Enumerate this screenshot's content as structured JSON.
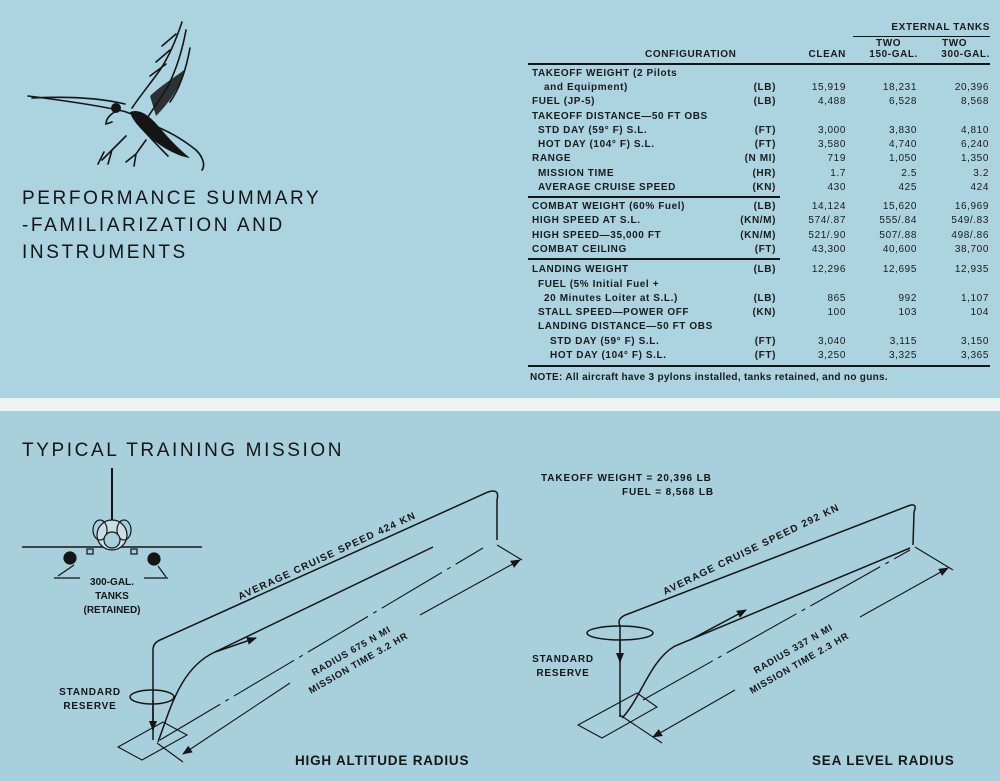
{
  "titles": {
    "performance_line1": "PERFORMANCE SUMMARY",
    "performance_line2": "-FAMILIARIZATION AND",
    "performance_line3": "INSTRUMENTS",
    "mission": "TYPICAL TRAINING MISSION"
  },
  "table": {
    "header": {
      "external_tanks": "EXTERNAL TANKS",
      "configuration": "CONFIGURATION",
      "clean": "CLEAN",
      "two_a": "TWO",
      "gal150": "150-GAL.",
      "two_b": "TWO",
      "gal300": "300-GAL."
    },
    "rows": [
      {
        "label": "TAKEOFF WEIGHT (2 Pilots",
        "indent": 0,
        "unit": "",
        "clean": "",
        "t150": "",
        "t300": ""
      },
      {
        "label": "and Equipment)",
        "indent": 2,
        "unit": "(LB)",
        "clean": "15,919",
        "t150": "18,231",
        "t300": "20,396"
      },
      {
        "label": "FUEL (JP-5)",
        "indent": 0,
        "unit": "(LB)",
        "clean": "4,488",
        "t150": "6,528",
        "t300": "8,568"
      },
      {
        "label": "TAKEOFF DISTANCE—50 FT OBS",
        "indent": 0,
        "unit": "",
        "clean": "",
        "t150": "",
        "t300": ""
      },
      {
        "label": "STD DAY (59° F) S.L.",
        "indent": 1,
        "unit": "(FT)",
        "clean": "3,000",
        "t150": "3,830",
        "t300": "4,810"
      },
      {
        "label": "HOT DAY (104° F) S.L.",
        "indent": 1,
        "unit": "(FT)",
        "clean": "3,580",
        "t150": "4,740",
        "t300": "6,240"
      },
      {
        "label": "RANGE",
        "indent": 0,
        "unit": "(N MI)",
        "clean": "719",
        "t150": "1,050",
        "t300": "1,350"
      },
      {
        "label": "MISSION TIME",
        "indent": 1,
        "unit": "(HR)",
        "clean": "1.7",
        "t150": "2.5",
        "t300": "3.2"
      },
      {
        "label": "AVERAGE CRUISE SPEED",
        "indent": 1,
        "unit": "(KN)",
        "clean": "430",
        "t150": "425",
        "t300": "424"
      },
      {
        "label": "COMBAT WEIGHT (60% Fuel)",
        "indent": 0,
        "unit": "(LB)",
        "clean": "14,124",
        "t150": "15,620",
        "t300": "16,969"
      },
      {
        "label": "HIGH SPEED AT S.L.",
        "indent": 0,
        "unit": "(KN/M)",
        "clean": "574/.87",
        "t150": "555/.84",
        "t300": "549/.83"
      },
      {
        "label": "HIGH SPEED—35,000 FT",
        "indent": 0,
        "unit": "(KN/M)",
        "clean": "521/.90",
        "t150": "507/.88",
        "t300": "498/.86"
      },
      {
        "label": "COMBAT CEILING",
        "indent": 0,
        "unit": "(FT)",
        "clean": "43,300",
        "t150": "40,600",
        "t300": "38,700"
      },
      {
        "label": "LANDING WEIGHT",
        "indent": 0,
        "unit": "(LB)",
        "clean": "12,296",
        "t150": "12,695",
        "t300": "12,935"
      },
      {
        "label": "FUEL (5% Initial Fuel +",
        "indent": 1,
        "unit": "",
        "clean": "",
        "t150": "",
        "t300": ""
      },
      {
        "label": "20 Minutes Loiter at S.L.)",
        "indent": 2,
        "unit": "(LB)",
        "clean": "865",
        "t150": "992",
        "t300": "1,107"
      },
      {
        "label": "STALL SPEED—POWER OFF",
        "indent": 1,
        "unit": "(KN)",
        "clean": "100",
        "t150": "103",
        "t300": "104"
      },
      {
        "label": "LANDING DISTANCE—50 FT OBS",
        "indent": 1,
        "unit": "",
        "clean": "",
        "t150": "",
        "t300": ""
      },
      {
        "label": "STD DAY (59° F) S.L.",
        "indent": 3,
        "unit": "(FT)",
        "clean": "3,040",
        "t150": "3,115",
        "t300": "3,150"
      },
      {
        "label": "HOT DAY (104° F) S.L.",
        "indent": 3,
        "unit": "(FT)",
        "clean": "3,250",
        "t150": "3,325",
        "t300": "3,365"
      }
    ],
    "note": "NOTE: All aircraft have 3 pylons installed, tanks retained, and no guns."
  },
  "aircraft": {
    "tank_label": "300-GAL.",
    "tank_label2": "TANKS",
    "tank_label3": "(RETAINED)"
  },
  "high_altitude": {
    "cruise": "AVERAGE CRUISE SPEED 424 KN",
    "radius": "RADIUS 675 N MI",
    "time": "MISSION TIME 3.2 HR",
    "reserve1": "STANDARD",
    "reserve2": "RESERVE",
    "caption": "HIGH ALTITUDE RADIUS"
  },
  "sea_level": {
    "takeoff": "TAKEOFF WEIGHT = 20,396 LB",
    "fuel": "FUEL = 8,568 LB",
    "cruise": "AVERAGE CRUISE SPEED 292 KN",
    "radius": "RADIUS 337 N MI",
    "time": "MISSION TIME 2.3 HR",
    "reserve1": "STANDARD",
    "reserve2": "RESERVE",
    "caption": "SEA LEVEL RADIUS"
  }
}
